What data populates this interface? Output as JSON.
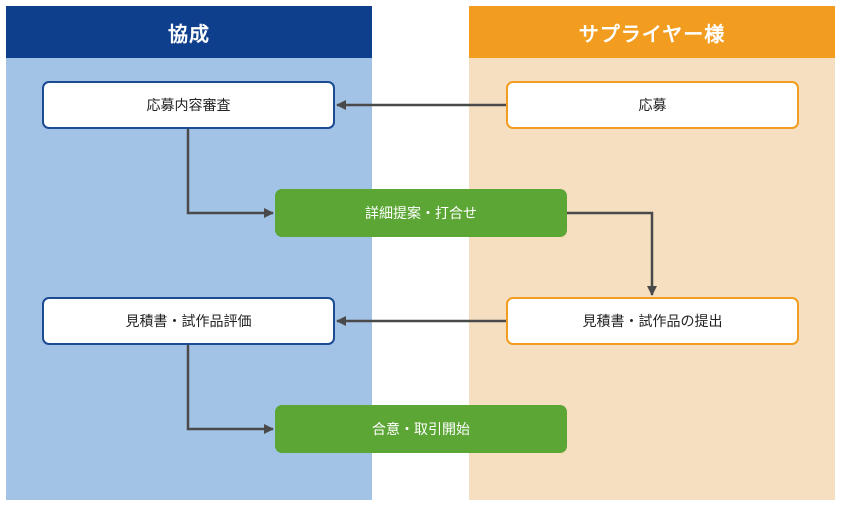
{
  "lanes": {
    "left_title": "協成",
    "right_title": "サプライヤー様"
  },
  "steps": {
    "apply": "応募",
    "review": "応募内容審査",
    "proposal": "詳細提案・打合せ",
    "submit": "見積書・試作品の提出",
    "evaluate": "見積書・試作品評価",
    "agreement": "合意・取引開始"
  },
  "colors": {
    "left_header": "#0e3f8c",
    "left_lane": "#a3c3e6",
    "right_header": "#f29d1f",
    "right_lane": "#f5dfc0",
    "green": "#5ba634",
    "arrow": "#4a4a4a"
  }
}
